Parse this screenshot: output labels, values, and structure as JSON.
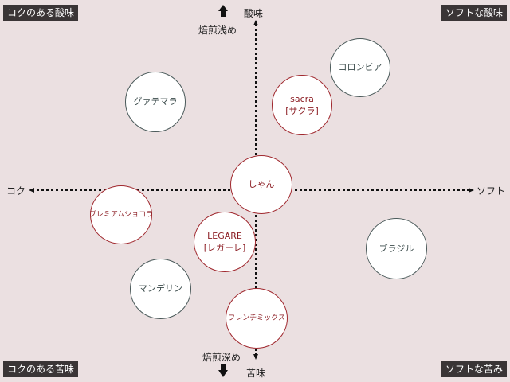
{
  "corners": {
    "top_left": "コクのある酸味",
    "top_right": "ソフトな酸味",
    "bottom_left": "コクのある苦味",
    "bottom_right": "ソフトな苦み"
  },
  "axes": {
    "top": "酸味",
    "top_sub": "焙煎浅め",
    "bottom_sub": "焙煎深め",
    "bottom": "苦味",
    "left": "コク",
    "right": "ソフト"
  },
  "beans": {
    "colombia": {
      "label": "コロンビア",
      "style": "gray"
    },
    "guatemala": {
      "label": "グァテマラ",
      "style": "gray"
    },
    "sacra": {
      "line1": "sacra",
      "line2": "[サクラ]",
      "style": "red"
    },
    "shan": {
      "label": "しゃん",
      "style": "red"
    },
    "premium_chocolat": {
      "label": "プレミアムショコラ",
      "style": "red"
    },
    "legare": {
      "line1": "LEGARE",
      "line2": "[レガーレ]",
      "style": "red"
    },
    "brazil": {
      "label": "ブラジル",
      "style": "gray"
    },
    "mandheling": {
      "label": "マンデリン",
      "style": "gray"
    },
    "french_mix": {
      "label": "フレンチミックス",
      "style": "red"
    }
  },
  "colors": {
    "background": "#ebe0e1",
    "corner_label_bg": "#3a3536",
    "red_outline": "#a0282e",
    "gray_outline": "#4a5a5a"
  }
}
